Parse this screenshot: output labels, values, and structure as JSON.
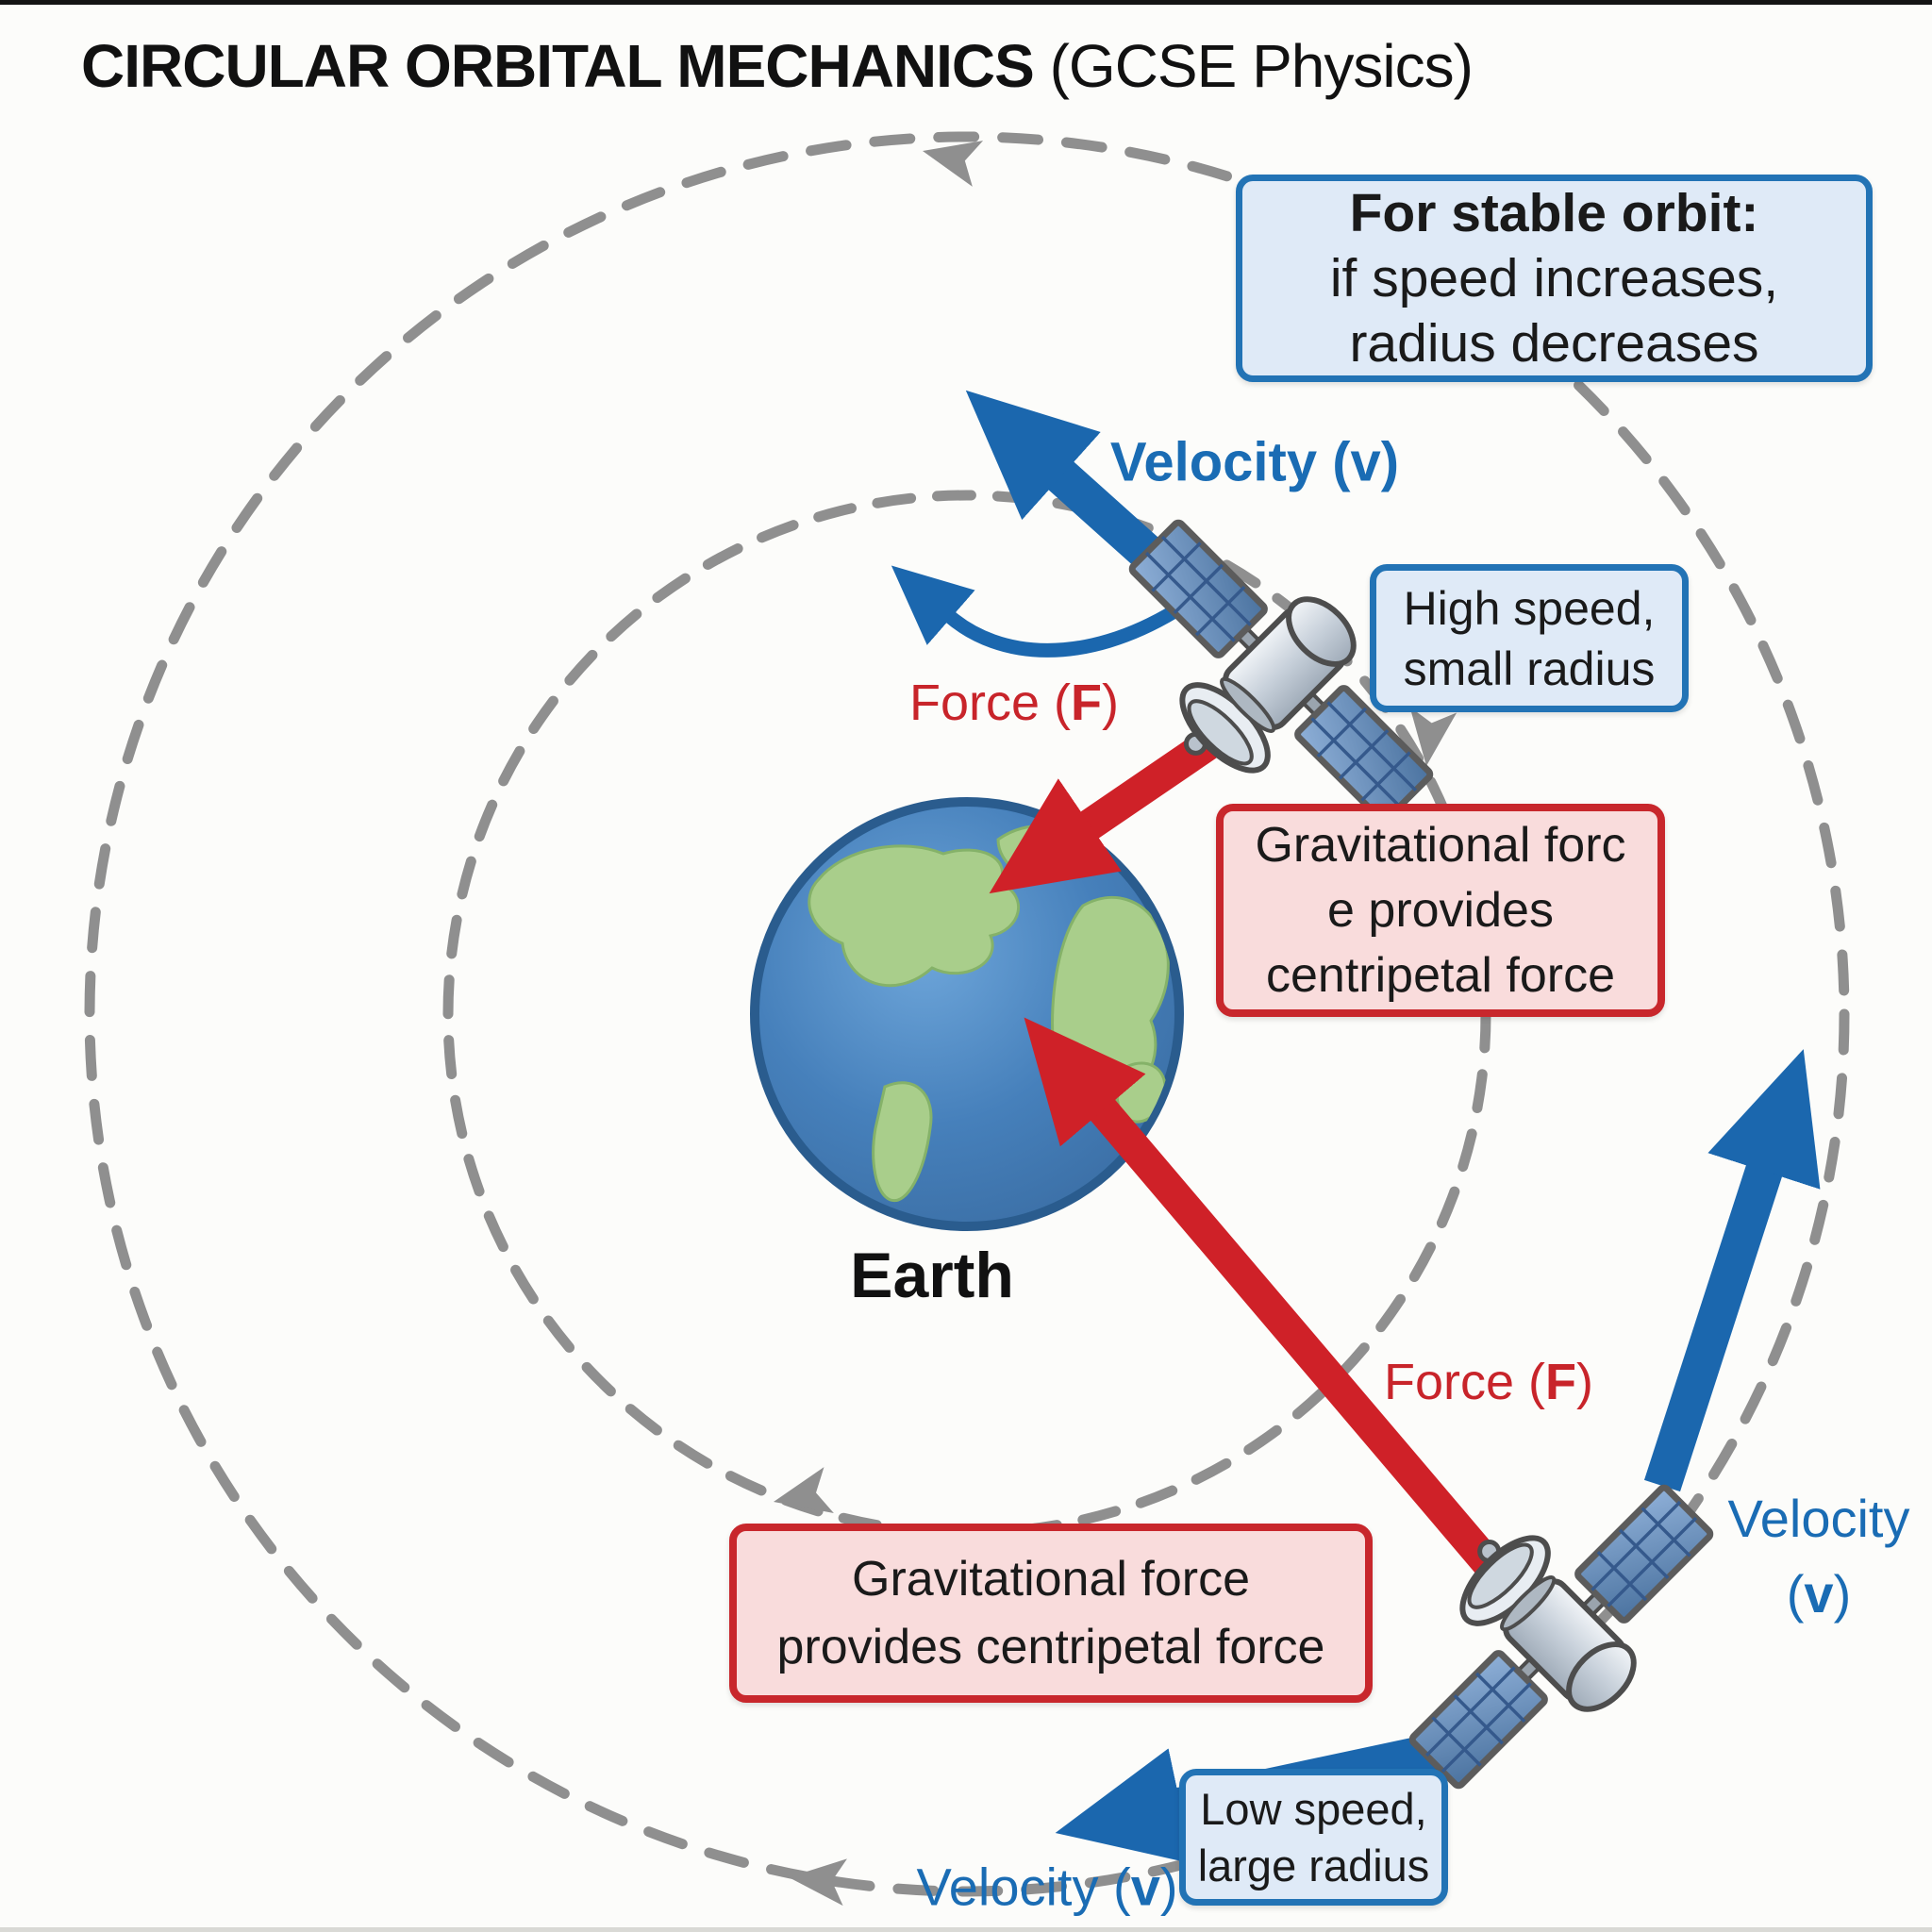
{
  "title": {
    "main": "CIRCULAR ORBITAL MECHANICS",
    "suffix": " (GCSE Physics)"
  },
  "boxes": {
    "stable_orbit": {
      "line1": "For stable orbit:",
      "line2": "if speed increases,",
      "line3": "radius decreases"
    },
    "high_speed": {
      "line1": "High speed,",
      "line2": "small radius"
    },
    "grav_inner": {
      "line1": "Gravitational forc",
      "line2": "e provides",
      "line3": "centripetal force"
    },
    "grav_outer": {
      "line1": "Gravitational force",
      "line2": "provides centripetal force"
    },
    "low_speed": {
      "line1": "Low speed,",
      "line2": "large radius"
    }
  },
  "labels": {
    "velocity_inner": "Velocity (v)",
    "velocity_outer_line1": "Velocity",
    "paren_open": "(",
    "v_symbol": "v",
    "paren_close": ")",
    "velocity_bottom_pre": "Velocity (",
    "force_pre": "Force (",
    "force_symbol": "F",
    "earth": "Earth"
  },
  "icons": {
    "earth": "earth-globe-icon",
    "satellite_inner": "satellite-icon",
    "satellite_outer": "satellite-icon",
    "orbit_inner": "dashed-orbit-circle",
    "orbit_outer": "dashed-orbit-circle",
    "force_arrows": "red-force-arrow",
    "velocity_arrows": "blue-velocity-arrow"
  },
  "colors": {
    "background": "#fcfcfa",
    "velocity_blue": "#1a6cb4",
    "arrow_blue": "#1b67ae",
    "force_red": "#c8242a",
    "arrow_red": "#cf2128",
    "orbit_gray": "#8f8f8f",
    "blue_box_border": "#2273b5",
    "blue_box_fill": "#dfeaf7",
    "red_box_border": "#c8272c",
    "red_box_fill": "#f9dcdc",
    "earth_ocean": "#4680bb",
    "earth_land": "#a9ce8b"
  }
}
